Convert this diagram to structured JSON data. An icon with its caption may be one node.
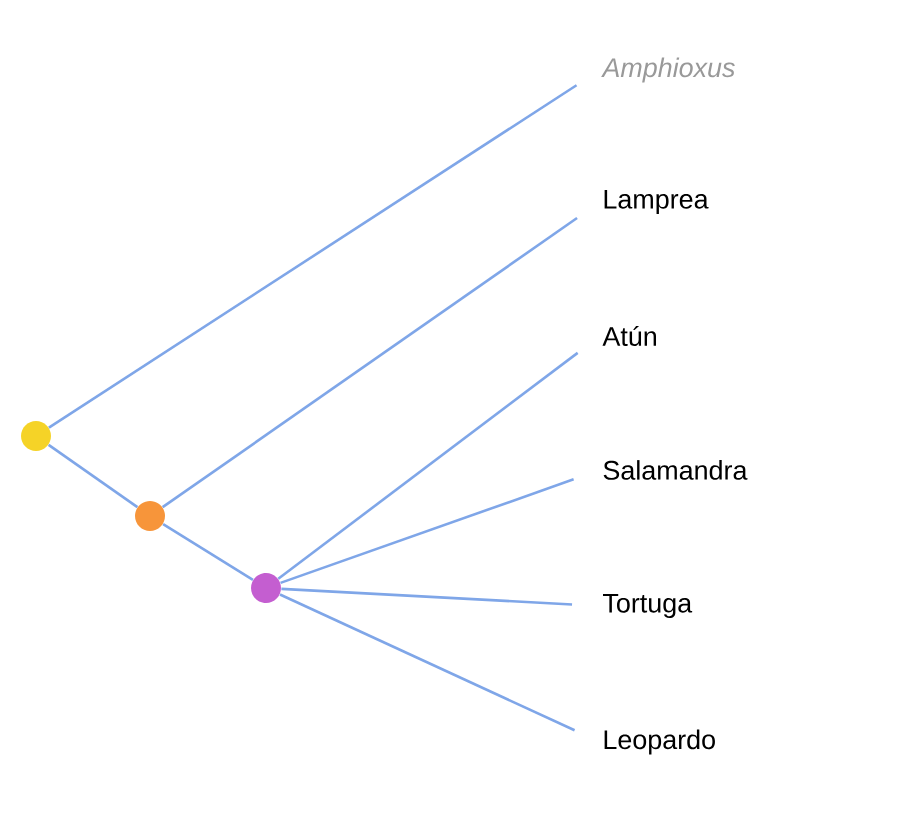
{
  "diagram": {
    "nodes": [
      {
        "text": [
          "Amphioxus"
        ]
      },
      {
        "text": [
          "Lamprea"
        ]
      },
      {
        "text": [
          "Atún"
        ]
      },
      {
        "text": [
          "Salamandra"
        ]
      },
      {
        "text": [
          "Tortuga"
        ]
      },
      {
        "text": [
          "Leopardo"
        ]
      },
      {
        "text": [],
        "shape": "circle"
      },
      {
        "text": [],
        "shape": "circle"
      },
      {
        "text": [],
        "shape": "circle"
      }
    ],
    "edges": [
      {
        "from": 6,
        "to": 0,
        "arrow": "none"
      },
      {
        "from": 6,
        "to": 7,
        "arrow": "none"
      },
      {
        "from": 7,
        "to": 1,
        "arrow": "none"
      },
      {
        "from": 7,
        "to": 8,
        "arrow": "none"
      },
      {
        "from": 8,
        "to": 2,
        "arrow": "none"
      },
      {
        "from": 8,
        "to": 3,
        "arrow": "none"
      },
      {
        "from": 8,
        "to": 4,
        "arrow": "none"
      },
      {
        "from": 8,
        "to": 5,
        "arrow": "none"
      }
    ]
  }
}
